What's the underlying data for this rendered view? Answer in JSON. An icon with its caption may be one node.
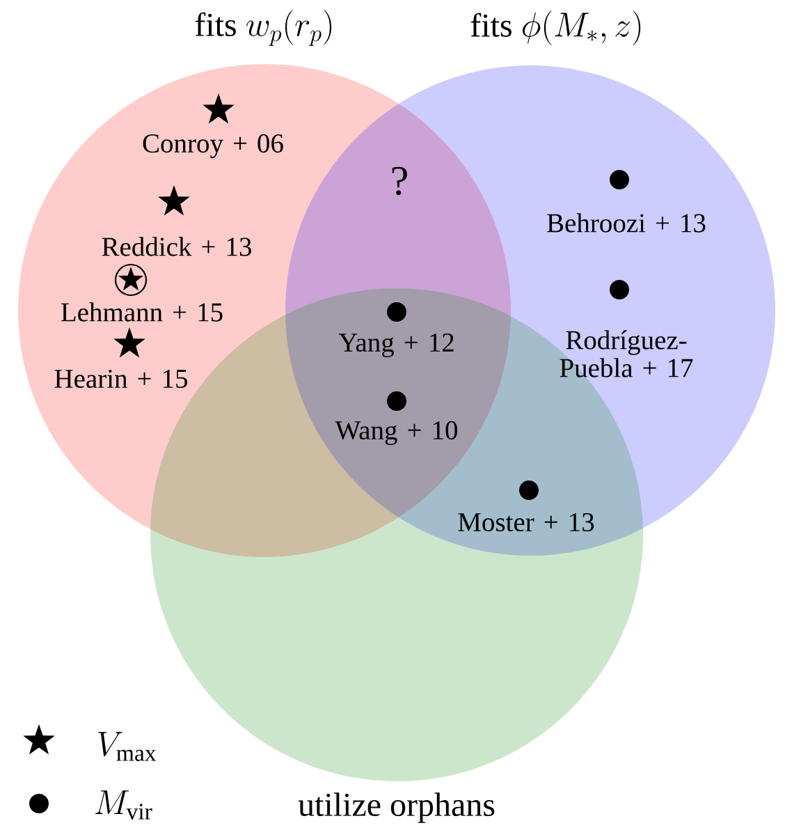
{
  "diagram": {
    "nodes": [
      {
        "text": [
          "\\text{fits } w_p(r_p)"
        ]
      },
      {
        "text": [
          "\\text{fits } \\phi(M_*, z)"
        ]
      },
      {
        "text": [
          "utilize orphans"
        ]
      }
    ],
    "labels": [
      "Conroy + 06",
      "Reddick + 13",
      "Lehmann + 15",
      "Hearin + 15",
      "?",
      "Behroozi + 13",
      "Yang + 12",
      "Rodríguez-Puebla + 17",
      "Wang + 10",
      "Moster + 13"
    ],
    "legend": [
      {
        "text": "V_{\\max}"
      },
      {
        "text": "M_{\\rm vir}"
      }
    ]
  }
}
